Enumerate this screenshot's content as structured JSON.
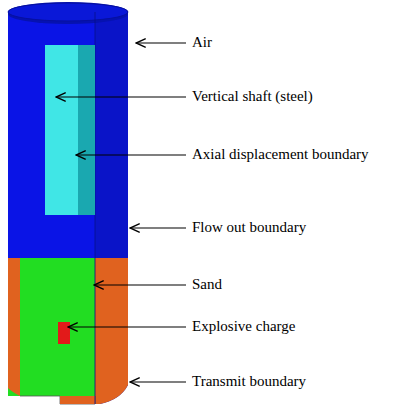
{
  "diagram": {
    "labels": [
      "Air",
      "Vertical shaft (steel)",
      "Axial displacement boundary",
      "Flow out boundary",
      "Sand",
      "Explosive charge",
      "Transmit boundary"
    ]
  }
}
